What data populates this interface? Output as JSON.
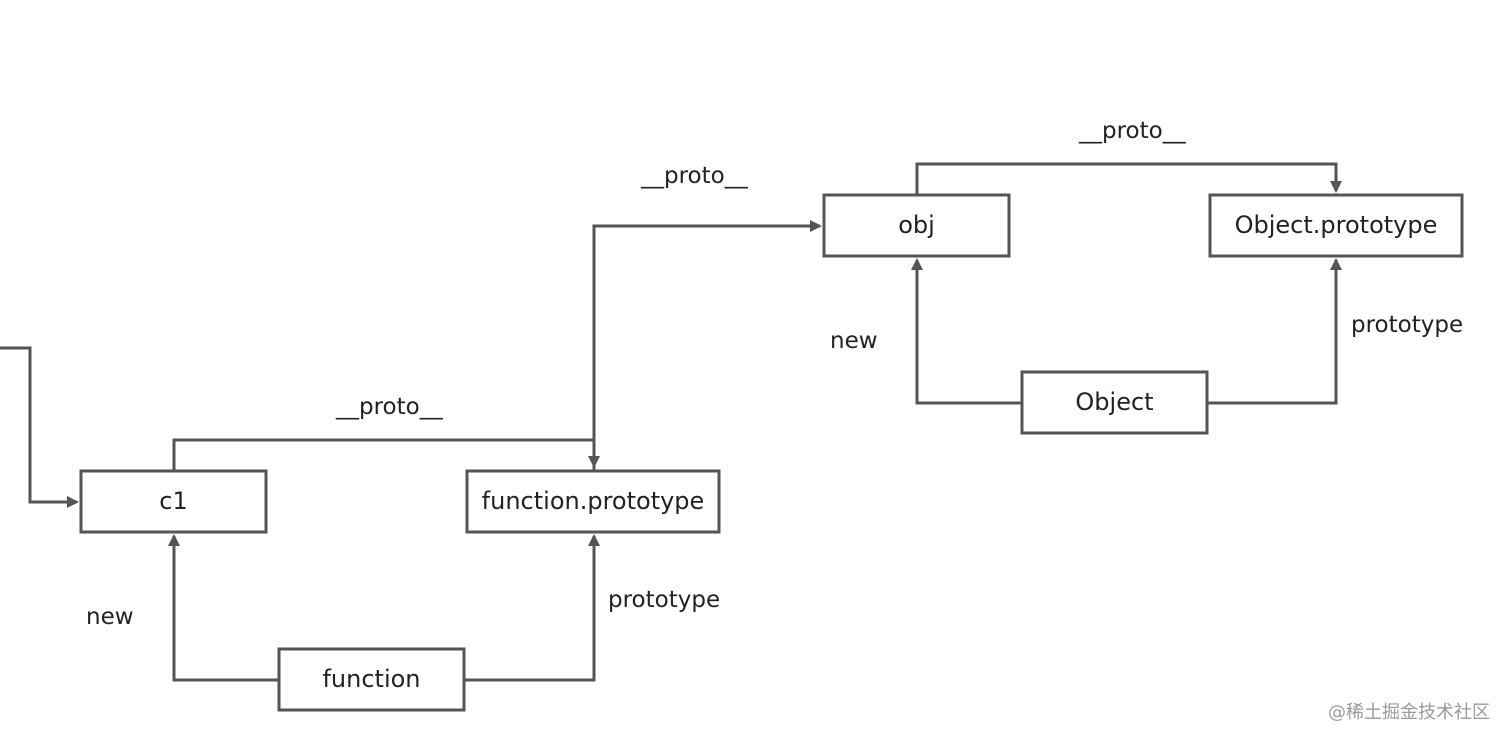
{
  "nodes": {
    "c1": {
      "label": "c1"
    },
    "function_prototype": {
      "label": "function.prototype"
    },
    "function": {
      "label": "function"
    },
    "obj": {
      "label": "obj"
    },
    "object_prototype": {
      "label": "Object.prototype"
    },
    "object": {
      "label": "Object"
    }
  },
  "edges": {
    "entry_to_c1": {
      "label": ""
    },
    "c1_proto": {
      "label": "__proto__"
    },
    "function_new": {
      "label": "new"
    },
    "function_prototype": {
      "label": "prototype"
    },
    "fp_proto": {
      "label": "__proto__"
    },
    "obj_proto": {
      "label": "__proto__"
    },
    "object_new": {
      "label": "new"
    },
    "object_prototype": {
      "label": "prototype"
    }
  },
  "watermark": {
    "text": "@稀土掘金技术社区"
  },
  "colors": {
    "stroke": "#555555",
    "text": "#222222",
    "watermark": "#9a9a9a"
  }
}
